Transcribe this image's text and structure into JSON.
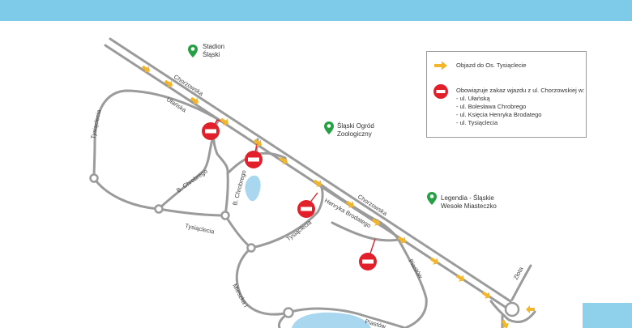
{
  "colors": {
    "top_bar": "#7ecbe9",
    "road": "#9b9b9b",
    "detour_arrow": "#f3b52a",
    "no_entry": "#e2202b",
    "poi_pin": "#27a045",
    "water": "#a9d7ef"
  },
  "pois": {
    "stadion": [
      "Stadion",
      "Śląski"
    ],
    "zoo": [
      "Śląski Ogród",
      "Zoologiczny"
    ],
    "legendia": [
      "Legendia - Śląskie",
      "Wesołe Miasteczko"
    ]
  },
  "roads": {
    "chorzowska_1": "Chorzowska",
    "chorzowska_2": "Chorzowska",
    "ulanska": "Ułańska",
    "tysiaclecia_1": "Tysiąclecia",
    "tysiaclecia_2": "Tysiąclecia",
    "tysiaclecia_3": "Tysiąclecia",
    "chrobrego_1": "B. Chrobrego",
    "chrobrego_2": "B. Chrobrego",
    "brodatego": "Henryka Brodatego",
    "piastow_1": "Piastów",
    "piastow_2": "Piastów",
    "mieszka": "Mieszka I",
    "zlota": "Złota"
  },
  "legend": {
    "detour_label": "Objazd do Os. Tysiąclecie",
    "ban_title": "Obowiązuje zakaz wjazdu z ul. Chorzowskiej w:",
    "ban_items": [
      "- ul. Ułańską",
      "- ul. Bolesława Chrobrego",
      "- ul. Księcia Henryka Brodatego",
      "- ul. Tysiąclecia"
    ]
  }
}
